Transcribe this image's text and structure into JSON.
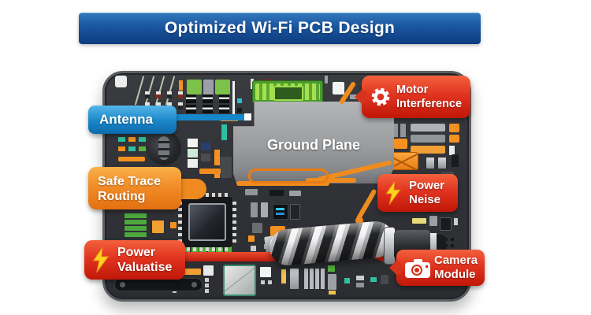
{
  "title": "Optimized Wi-Fi PCB Design",
  "board": {
    "ground_plane_label": "Ground Plane"
  },
  "callouts": {
    "antenna": {
      "label": "Antenna",
      "color": "#1a86c8"
    },
    "safe_trace_routing": {
      "line1": "Safe Trace",
      "line2": "Routing",
      "color": "#f08a26"
    },
    "power_valuatise": {
      "line1": "Power",
      "line2": "Valuatise",
      "color": "#d92b15",
      "icon": "lightning-icon"
    },
    "motor_interference": {
      "line1": "Motor",
      "line2": "Interference",
      "color": "#d92b15",
      "icon": "gear-icon"
    },
    "power_neise": {
      "line1": "Power",
      "line2": "Neise",
      "color": "#d92b15",
      "icon": "lightning-icon"
    },
    "camera_module": {
      "line1": "Camera",
      "line2": "Module",
      "color": "#d92b15",
      "icon": "camera-icon"
    }
  },
  "colors": {
    "title_bg": "#1a55a0",
    "board": "#323438",
    "ground_plane": "#9a9c9e",
    "trace_orange": "#f08c1e",
    "accent_red": "#d92b15",
    "accent_blue": "#1a86c8",
    "accent_orange": "#f08a26",
    "bolt_yellow": "#ffd21f"
  }
}
